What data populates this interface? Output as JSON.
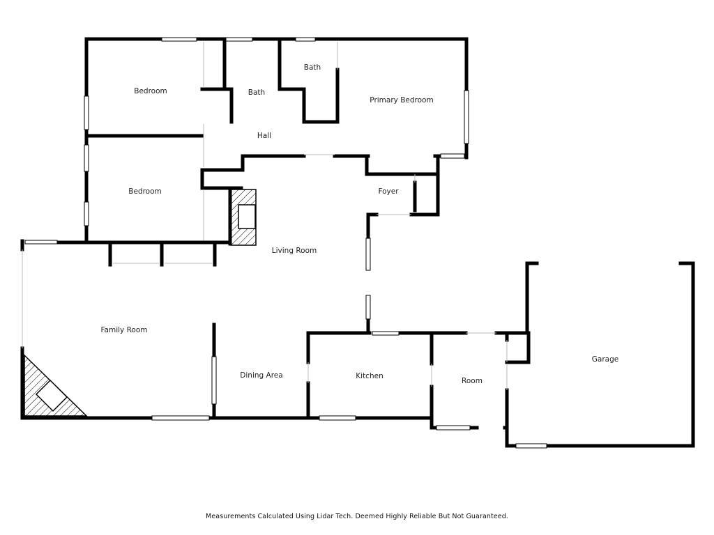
{
  "rooms": {
    "bedroom_1": "Bedroom",
    "bath_1": "Bath",
    "bath_2": "Bath",
    "primary_bedroom": "Primary Bedroom",
    "hall": "Hall",
    "bedroom_2": "Bedroom",
    "foyer": "Foyer",
    "living_room": "Living Room",
    "family_room": "Family Room",
    "dining_area": "Dining Area",
    "kitchen": "Kitchen",
    "room": "Room",
    "garage": "Garage"
  },
  "footer": {
    "disclaimer": "Measurements Calculated Using Lidar Tech. Deemed Highly Reliable But Not Guaranteed."
  },
  "colors": {
    "wall": "#000000",
    "background": "#ffffff"
  }
}
